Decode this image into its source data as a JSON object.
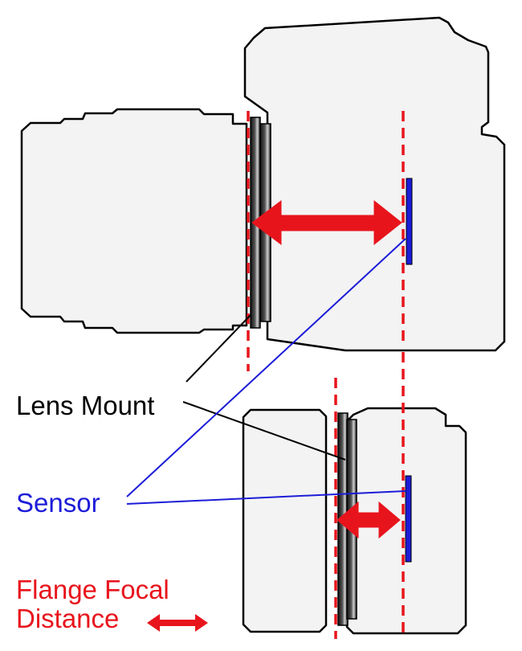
{
  "labels": {
    "lens_mount": "Lens Mount",
    "sensor": "Sensor",
    "legend_line1": "Flange Focal",
    "legend_line2": "Distance"
  },
  "colors": {
    "body_fill": "#f3f3f3",
    "outline": "#000000",
    "flange_red": "#e8141c",
    "sensor_blue": "#1c1cd8",
    "text_black": "#000000"
  }
}
